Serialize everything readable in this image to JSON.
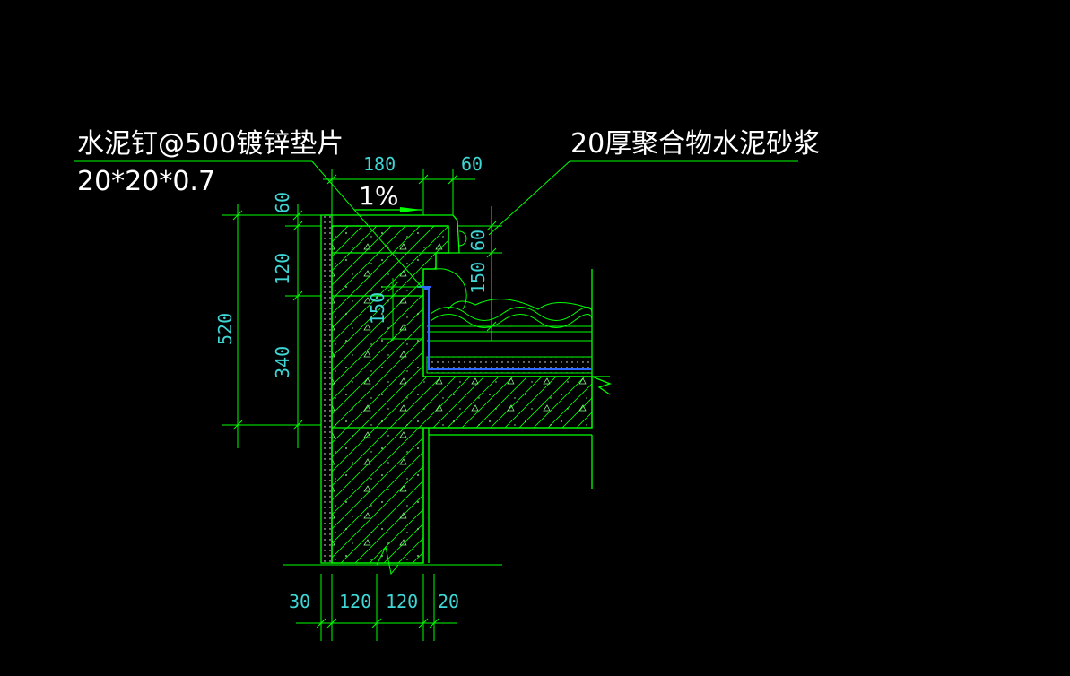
{
  "annotations": {
    "nail_line1": "水泥钉@500镀锌垫片",
    "nail_line2": "20*20*0.7",
    "mortar": "20厚聚合物水泥砂浆",
    "slope": "1%"
  },
  "dimensions": {
    "top_180": "180",
    "top_60": "60",
    "left_60": "60",
    "left_120": "120",
    "left_340": "340",
    "left_520": "520",
    "inner_150": "150",
    "right_60": "60",
    "right_150": "150",
    "bottom_30": "30",
    "bottom_120a": "120",
    "bottom_120b": "120",
    "bottom_20": "20"
  },
  "colors": {
    "background": "#000000",
    "lines": "#00ff00",
    "text": "#ffffff",
    "dimension_text": "#3fd6d6",
    "membrane": "#2f6bff"
  }
}
